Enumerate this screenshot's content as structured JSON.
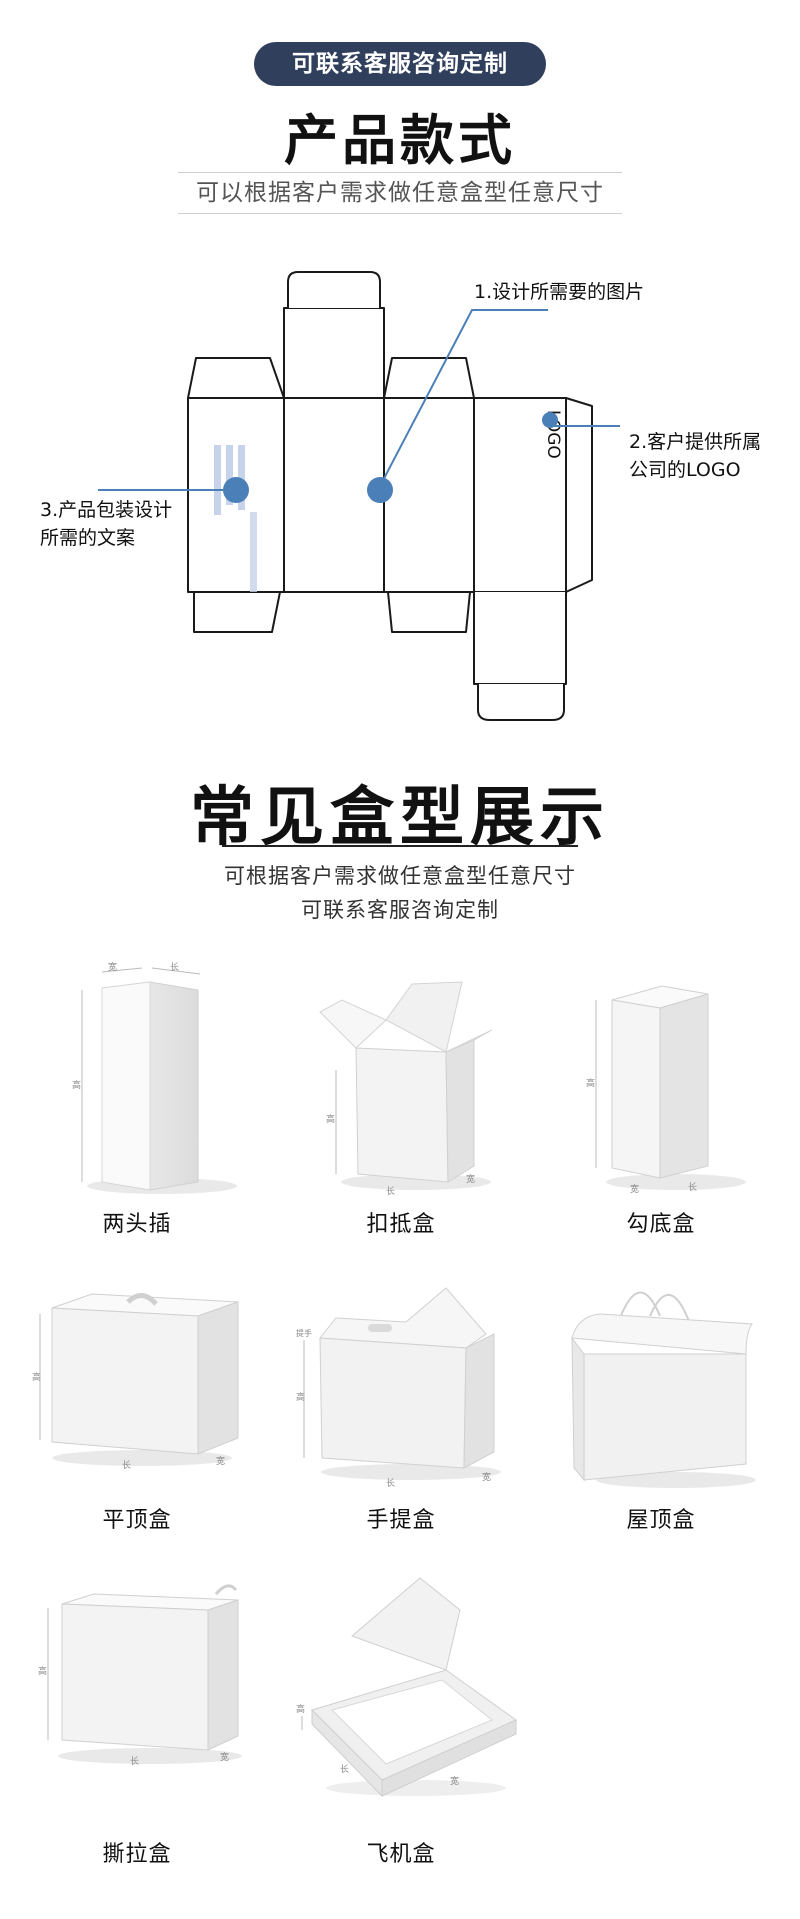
{
  "header": {
    "contact_pill": "可联系客服咨询定制",
    "title": "产品款式",
    "subtitle": "可以根据客户需求做任意盒型任意尺寸"
  },
  "diagram": {
    "callout_1": "1.设计所需要的图片",
    "callout_2_line1": "2.客户提供所属",
    "callout_2_line2": "公司的LOGO",
    "callout_3_line1": "3.产品包装设计",
    "callout_3_line2": "所需的文案",
    "logo_text": "LOGO",
    "accent_color": "#4a7fb8"
  },
  "showcase": {
    "title": "常见盒型展示",
    "subtitle_line1": "可根据客户需求做任意盒型任意尺寸",
    "subtitle_line2": "可联系客服咨询定制",
    "boxes": [
      {
        "label": "两头插",
        "dim_labels": [
          "宽",
          "长",
          "高"
        ]
      },
      {
        "label": "扣抵盒",
        "dim_labels": [
          "高",
          "长",
          "宽"
        ]
      },
      {
        "label": "勾底盒",
        "dim_labels": [
          "高",
          "宽",
          "长"
        ]
      },
      {
        "label": "平顶盒",
        "dim_labels": [
          "高",
          "长",
          "宽"
        ]
      },
      {
        "label": "手提盒",
        "dim_labels": [
          "提手",
          "高",
          "长",
          "宽"
        ]
      },
      {
        "label": "屋顶盒",
        "dim_labels": []
      },
      {
        "label": "撕拉盒",
        "dim_labels": [
          "高",
          "长",
          "宽"
        ]
      },
      {
        "label": "飞机盒",
        "dim_labels": [
          "高",
          "长",
          "宽"
        ]
      }
    ]
  }
}
